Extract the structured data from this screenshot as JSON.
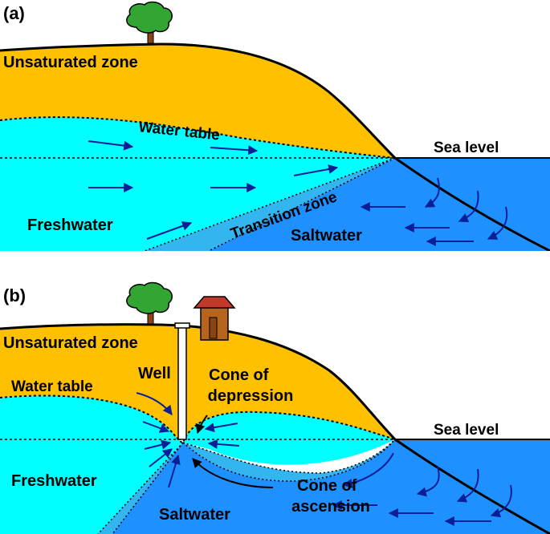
{
  "colors": {
    "unsaturated": "#FFC000",
    "freshwater": "#00FFFF",
    "transition": "#33B5F0",
    "saltwater": "#1E90FF",
    "arrow": "#0A1E96",
    "outline": "#000000",
    "tree_foliage": "#33A532",
    "tree_trunk": "#8B4513",
    "house_wall": "#B5651D",
    "house_roof": "#C0392B"
  },
  "panel_a": {
    "label": "(a)",
    "unsaturated_zone": "Unsaturated zone",
    "water_table": "Water table",
    "sea_level": "Sea level",
    "freshwater": "Freshwater",
    "transition_zone": "Transition zone",
    "saltwater": "Saltwater",
    "icons": [
      "tree-icon"
    ]
  },
  "panel_b": {
    "label": "(b)",
    "unsaturated_zone": "Unsaturated zone",
    "well": "Well",
    "water_table": "Water table",
    "cone_of_depression": [
      "Cone of",
      "depression"
    ],
    "sea_level": "Sea level",
    "freshwater": "Freshwater",
    "saltwater": "Saltwater",
    "cone_of_ascension": [
      "Cone of",
      "ascension"
    ],
    "icons": [
      "tree-icon",
      "house-icon",
      "well-pipe"
    ]
  }
}
